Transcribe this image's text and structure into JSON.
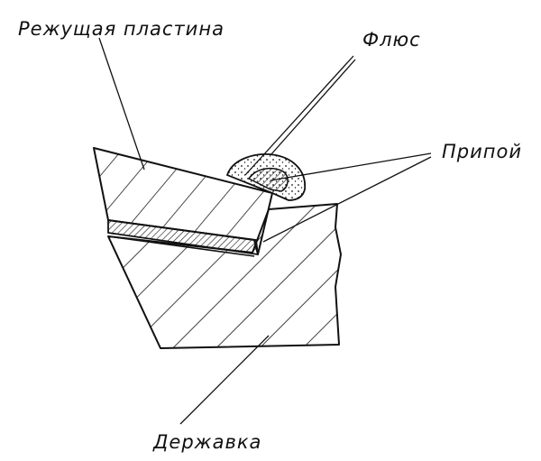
{
  "labels": {
    "cutting_plate": "Режущая пластина",
    "flux": "Флюс",
    "solder": "Припой",
    "holder": "Державка"
  },
  "colors": {
    "ink": "#111111",
    "paper": "#ffffff"
  }
}
